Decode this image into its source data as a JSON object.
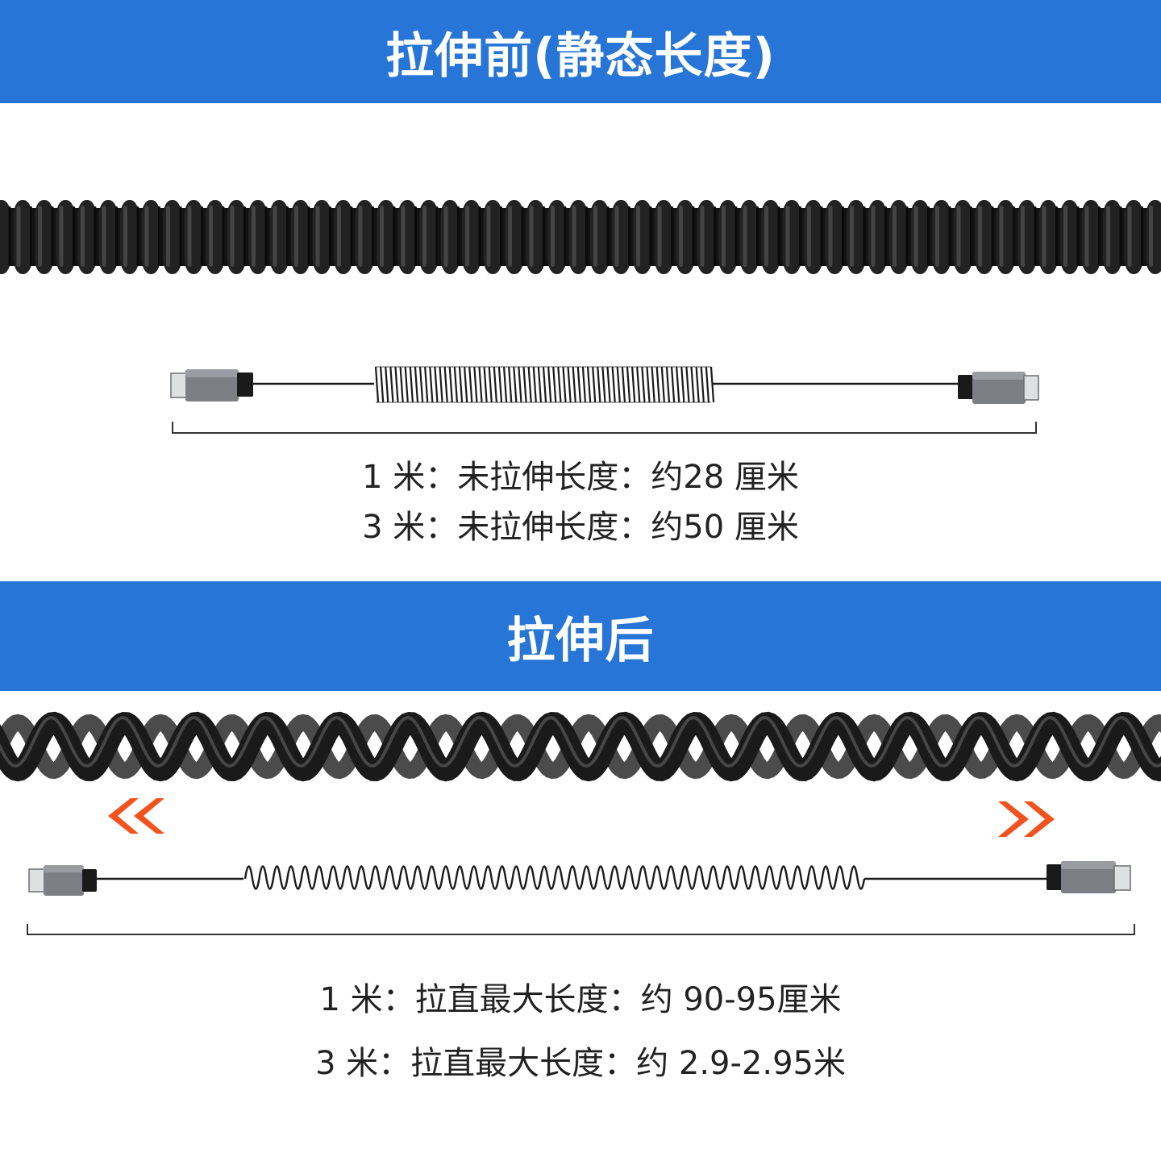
{
  "colors": {
    "banner": "#2775d6",
    "cable": "#1a1a1a",
    "connector": "#7d7f84",
    "arrow": "#f2521d",
    "text": "#222222"
  },
  "before": {
    "title": "拉伸前(静态长度)",
    "captions": [
      "1 米：未拉伸长度：约28 厘米",
      "3 米：未拉伸长度：约50 厘米"
    ]
  },
  "after": {
    "title": "拉伸后",
    "captions": [
      "1 米：拉直最大长度：约 90-95厘米",
      "3 米：拉直最大长度：约 2.9-2.95米"
    ]
  },
  "icons": {
    "left_arrow": "double-chevron-left-icon",
    "right_arrow": "double-chevron-right-icon"
  }
}
